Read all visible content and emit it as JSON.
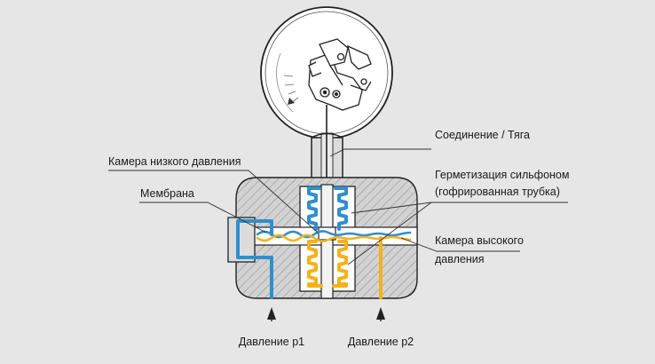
{
  "labels": {
    "connection": "Соединение / Тяга",
    "low_chamber": "Камера низкого давления",
    "membrane": "Мембрана",
    "bellows_line1": "Герметизация сильфоном",
    "bellows_line2": "(гофрированная трубка)",
    "high_chamber_line1": "Камера высокого",
    "high_chamber_line2": "давления",
    "pressure_p1": "Давление р1",
    "pressure_p2": "Давление р2"
  },
  "colors": {
    "background": "#e6e6e6",
    "low_pressure": "#2f8fd0",
    "high_pressure": "#f4b21b",
    "line": "#222222"
  }
}
